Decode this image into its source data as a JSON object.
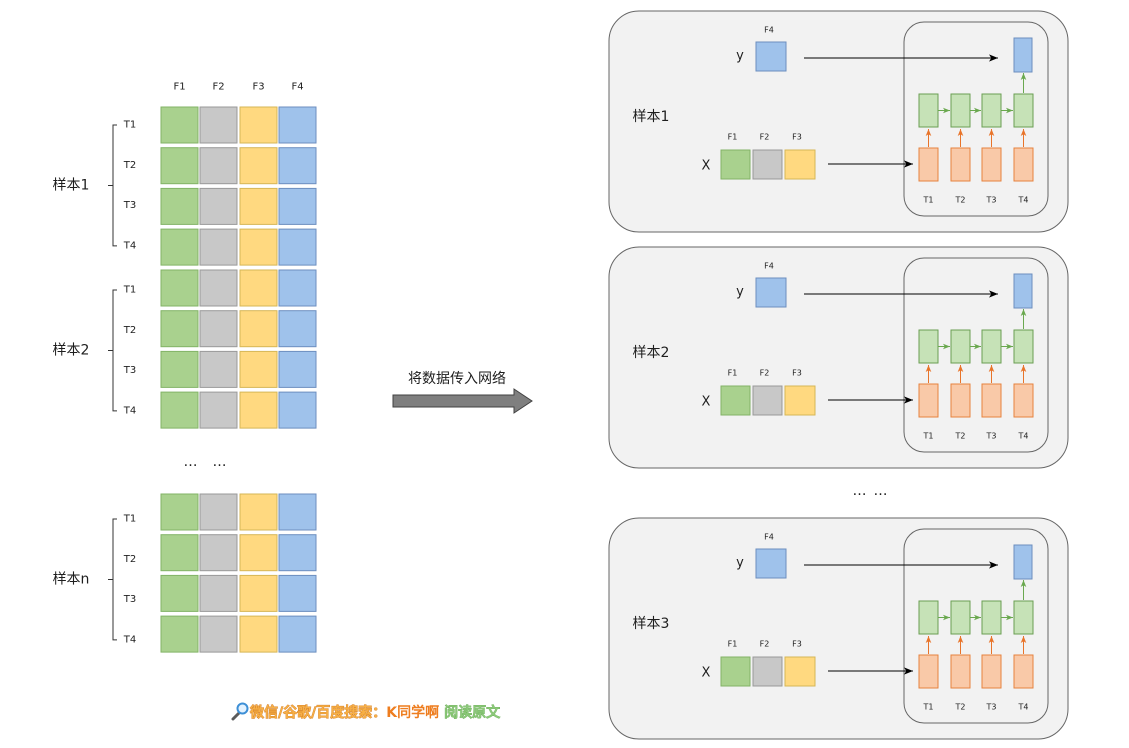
{
  "left": {
    "col_headers": [
      "F1",
      "F2",
      "F3",
      "F4"
    ],
    "samples": [
      {
        "label": "样本1",
        "timesteps": [
          "T1",
          "T2",
          "T3",
          "T4"
        ]
      },
      {
        "label": "样本2",
        "timesteps": [
          "T1",
          "T2",
          "T3",
          "T4"
        ]
      },
      {
        "label": "样本n",
        "timesteps": [
          "T1",
          "T2",
          "T3",
          "T4"
        ]
      }
    ],
    "ellipsis": "……"
  },
  "transfer": {
    "label": "将数据传入网络"
  },
  "right": {
    "panels": [
      {
        "label": "样本1",
        "y_label": "y",
        "y_feature": "F4",
        "x_label": "X",
        "x_features": [
          "F1",
          "F2",
          "F3"
        ],
        "timesteps": [
          "T1",
          "T2",
          "T3",
          "T4"
        ]
      },
      {
        "label": "样本2",
        "y_label": "y",
        "y_feature": "F4",
        "x_label": "X",
        "x_features": [
          "F1",
          "F2",
          "F3"
        ],
        "timesteps": [
          "T1",
          "T2",
          "T3",
          "T4"
        ]
      },
      {
        "label": "样本3",
        "y_label": "y",
        "y_feature": "F4",
        "x_label": "X",
        "x_features": [
          "F1",
          "F2",
          "F3"
        ],
        "timesteps": [
          "T1",
          "T2",
          "T3",
          "T4"
        ]
      }
    ],
    "ellipsis": "……"
  },
  "watermark": {
    "icon": "search-icon",
    "prefix": "微信/谷歌/百度搜索：",
    "brand": "K同学啊",
    "link": "阅读原文"
  },
  "colors": {
    "features": [
      "#a9d18e",
      "#c8c8c8",
      "#ffd980",
      "#9fc2eb"
    ],
    "timestep": "#f9c9a8",
    "hidden": "#c6e2b7",
    "output": "#9fc2eb",
    "panel": "#f2f2f2",
    "watermark_prefix": "#f7b046",
    "watermark_brand": "#ee7d1f",
    "watermark_link": "#8cc97a"
  }
}
